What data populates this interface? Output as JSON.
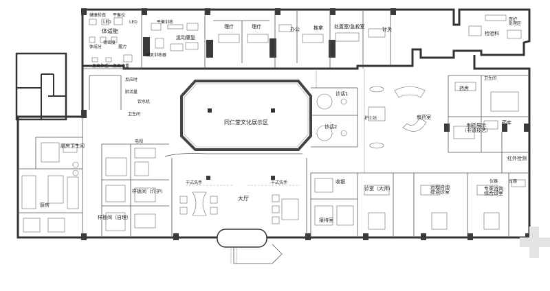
{
  "rooms": {
    "physio": "体适能",
    "rehab_sports": "运动康复",
    "therapy1": "理疗",
    "therapy2": "理疗",
    "office": "办公",
    "tuina": "推拿",
    "treatment_emergency": "处置室/急救室",
    "acupuncture": "针灸",
    "lab": "检验科",
    "staff_area": "医护\n处理区",
    "tcm_exhibition": "同仁堂文化展示区",
    "consult1": "诊话1",
    "consult2": "诊话2",
    "front_desk": "护士站",
    "pharmacy": "药房",
    "decoction": "煎药室",
    "tcm_craft": "制药展示\n（非遗技艺）",
    "pharmacy2": "药库",
    "infrared": "红外检测",
    "kitchen_bath": "厨房卫生间",
    "kitchen": "厨房",
    "sample_care": "样板间（介护）",
    "sample_self": "样板间（自理）",
    "lobby": "大厅",
    "handwash1": "干式洗手",
    "handwash2": "干式洗手",
    "cashier": "收银",
    "reception": "接待室",
    "clinic_master": "诊室（大师）",
    "remote_consult": "远程咨询\n综合诊室",
    "expert_room": "专家咨询\n综合诊室",
    "instrument": "仪器",
    "instrument2": "仪器"
  },
  "small_labels": {
    "health_check": "健康检查",
    "led": "LED",
    "flat_check": "平衡仪",
    "led2": "LED",
    "body_comp": "体成分",
    "bone_density": "骨密度",
    "grip": "握力",
    "reaction": "反应时",
    "posture": "身高体重",
    "posture2": "身高体重",
    "vital": "肺活量",
    "balance_train": "平衡训练",
    "rehab_equip": "康复训练器",
    "dryer": "饮水机",
    "wc": "卫生间",
    "tv": "电视",
    "bathroom": "卫生间"
  },
  "colors": {
    "wall": "#3a3a3a",
    "line": "#555555",
    "background": "#ffffff"
  }
}
